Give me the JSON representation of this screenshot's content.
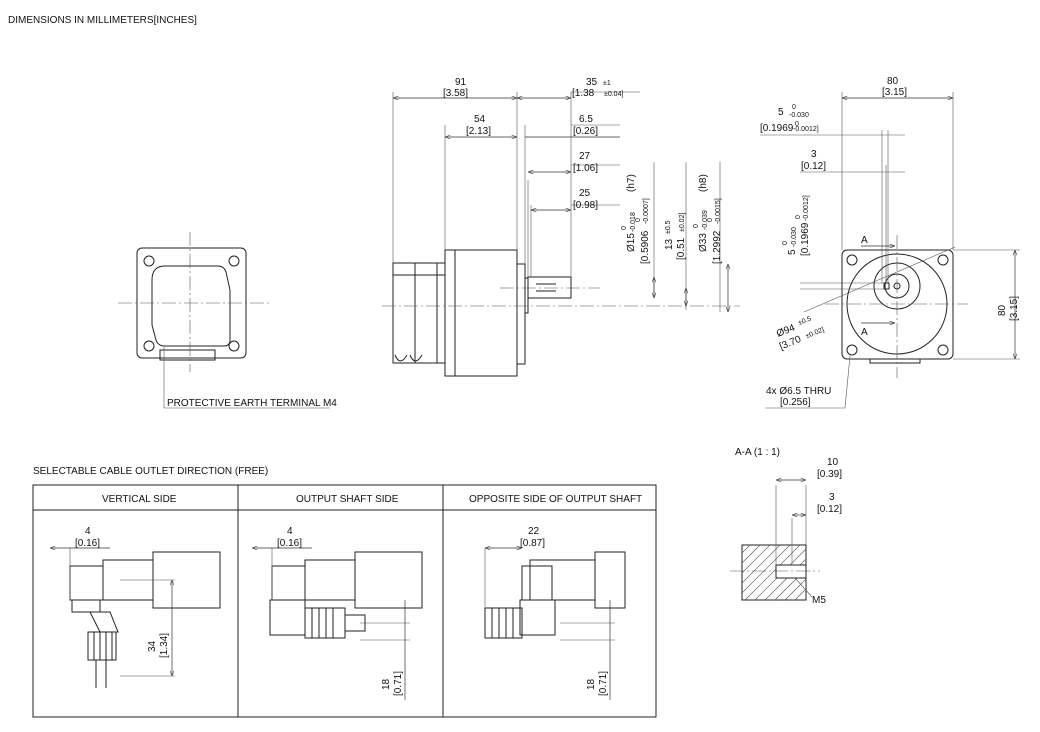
{
  "header": "DIMENSIONS IN MILLIMETERS[INCHES]",
  "left_view": {
    "earth_label": "PROTECTIVE EARTH TERMINAL M4"
  },
  "side_view": {
    "d91": "91",
    "d91_in": "[3.58]",
    "d35": "35",
    "d35_tol": "±1",
    "d35_in": "[1.38",
    "d35_in_tol": "±0.04]",
    "d54": "54",
    "d54_in": "[2.13]",
    "d6_5": "6.5",
    "d6_5_in": "[0.26]",
    "d27": "27",
    "d27_in": "[1.06]",
    "d25": "25",
    "d25_in": "[0.98]",
    "shaft_dia": "Ø15",
    "shaft_dia_tol_up": "0",
    "shaft_dia_tol_lo": "-0.018",
    "shaft_fit": "(h7)",
    "shaft_dia_in": "[0.5906",
    "shaft_dia_in_tol_up": "0",
    "shaft_dia_in_tol_lo": "-0.0007]",
    "d13": "13",
    "d13_tol": "±0.5",
    "d13_in": "[0.51",
    "d13_in_tol": "±0.02]",
    "pilot_dia": "Ø33",
    "pilot_dia_tol_up": "0",
    "pilot_dia_tol_lo": "-0.039",
    "pilot_fit": "(h8)",
    "pilot_dia_in": "[1.2992",
    "pilot_dia_in_tol_up": "0",
    "pilot_dia_in_tol_lo": "-0.0015]"
  },
  "front_view": {
    "d80w": "80",
    "d80w_in": "[3.15]",
    "key5": "5",
    "key5_tol_up": "0",
    "key5_tol_lo": "-0.030",
    "key5_in": "[0.1969",
    "key5_in_tol_up": "0",
    "key5_in_tol_lo": "-0.0012]",
    "d3": "3",
    "d3_in": "[0.12]",
    "vkey5": "5",
    "vkey5_tol_up": "0",
    "vkey5_tol_lo": "-0.030",
    "vkey5_in": "[0.1969",
    "vkey5_in_tol_up": "0",
    "vkey5_in_tol_lo": "-0.0012]",
    "section_mark": "A",
    "pcd": "Ø94",
    "pcd_tol": "±0.5",
    "pcd_in": "[3.70",
    "pcd_in_tol": "±0.02]",
    "d80h": "80",
    "d80h_in": "[3.15]",
    "holes": "4x  Ø6.5  THRU",
    "holes_in": "[0.256]"
  },
  "section": {
    "title": "A-A (1 : 1)",
    "d10": "10",
    "d10_in": "[0.39]",
    "d3": "3",
    "d3_in": "[0.12]",
    "thread": "M5"
  },
  "cable_table": {
    "title": "SELECTABLE CABLE OUTLET DIRECTION (FREE)",
    "columns": [
      "VERTICAL SIDE",
      "OUTPUT SHAFT SIDE",
      "OPPOSITE SIDE OF OUTPUT SHAFT"
    ],
    "vertical": {
      "d4": "4",
      "d4_in": "[0.16]",
      "d34": "34",
      "d34_in": "[1.34]"
    },
    "output": {
      "d4": "4",
      "d4_in": "[0.16]",
      "d18": "18",
      "d18_in": "[0.71]"
    },
    "opposite": {
      "d22": "22",
      "d22_in": "[0.87]",
      "d18": "18",
      "d18_in": "[0.71]"
    }
  }
}
